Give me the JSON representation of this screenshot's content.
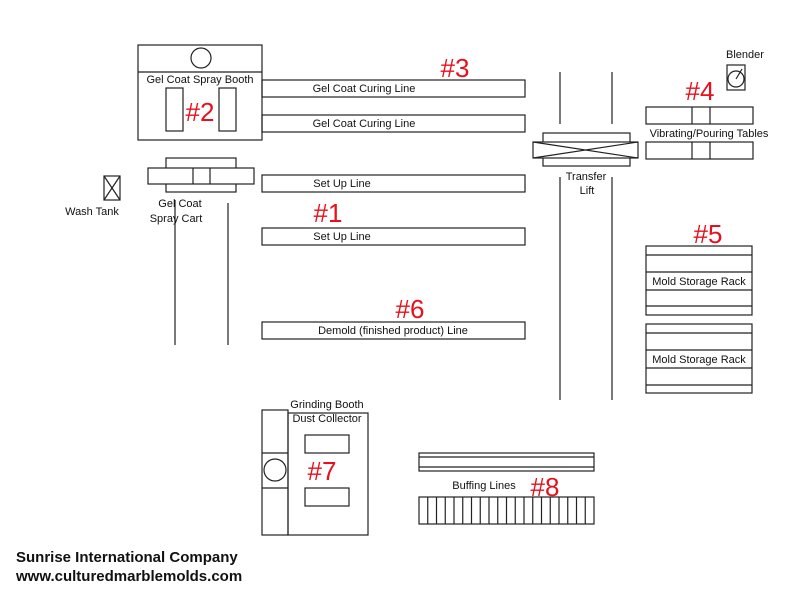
{
  "labels": {
    "spray_booth": "Gel Coat Spray Booth",
    "curing_line_1": "Gel Coat Curing Line",
    "curing_line_2": "Gel Coat Curing Line",
    "cart_1": "Gel Coat",
    "cart_2": "Spray Cart",
    "wash_tank": "Wash Tank",
    "setup_line_1": "Set Up Line",
    "setup_line_2": "Set Up Line",
    "demold_line": "Demold (finished product) Line",
    "transfer_1": "Transfer",
    "transfer_2": "Lift",
    "blender": "Blender",
    "vibrating_tables": "Vibrating/Pouring Tables",
    "rack_1": "Mold Storage Rack",
    "rack_2": "Mold Storage Rack",
    "grinding_1": "Grinding Booth",
    "grinding_2": "Dust Collector",
    "buffing": "Buffing Lines"
  },
  "numbers": {
    "n1": "#1",
    "n2": "#2",
    "n3": "#3",
    "n4": "#4",
    "n5": "#5",
    "n6": "#6",
    "n7": "#7",
    "n8": "#8"
  },
  "company": {
    "name": "Sunrise International Company",
    "website": "www.culturedmarblemolds.com"
  },
  "colors": {
    "number_red": "#e8101c"
  }
}
